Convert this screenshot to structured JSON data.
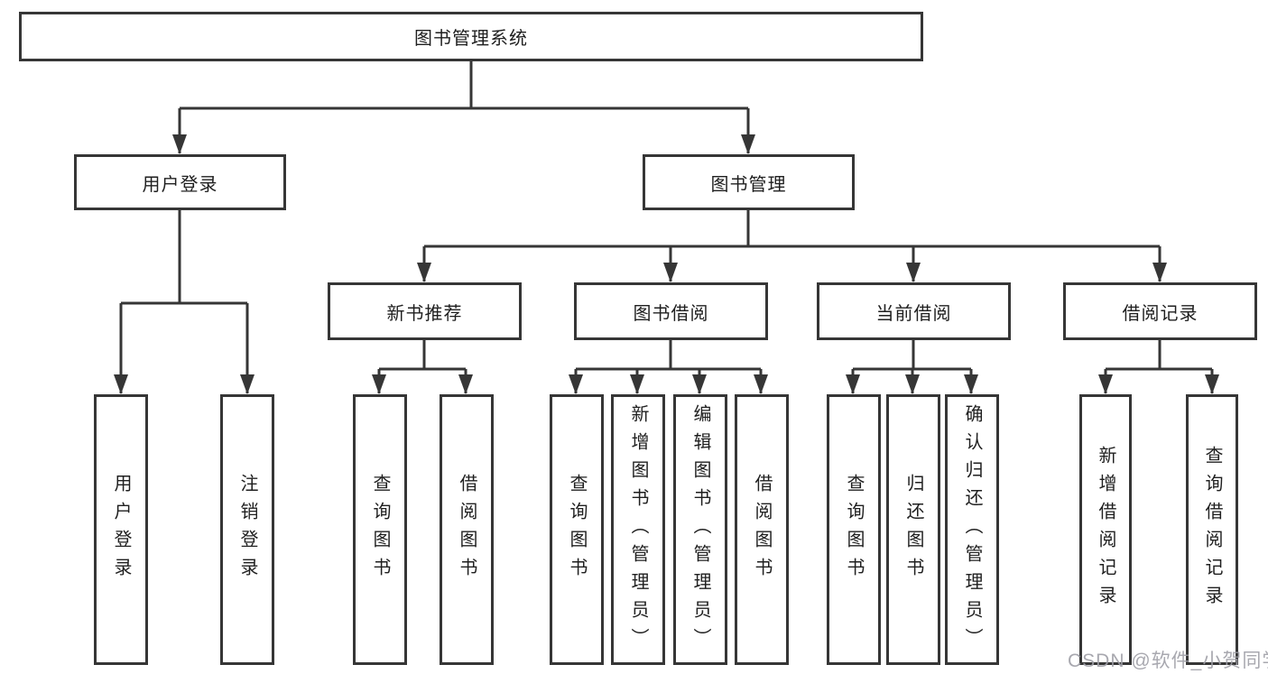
{
  "diagram": {
    "root": {
      "label": "图书管理系统"
    },
    "level2": [
      {
        "label": "用户登录"
      },
      {
        "label": "图书管理"
      }
    ],
    "level3": [
      {
        "label": "新书推荐"
      },
      {
        "label": "图书借阅"
      },
      {
        "label": "当前借阅"
      },
      {
        "label": "借阅记录"
      }
    ],
    "leaves": {
      "user_login": [
        "用户登录",
        "注销登录"
      ],
      "new_book": [
        "查询图书",
        "借阅图书"
      ],
      "book_borrow": [
        "查询图书",
        "新增图书（管理员）",
        "编辑图书（管理员）",
        "借阅图书"
      ],
      "current_borrow": [
        "查询图书",
        "归还图书",
        "确认归还（管理员）"
      ],
      "borrow_record": [
        "新增借阅记录",
        "查询借阅记录"
      ]
    },
    "watermark": "CSDN @软件_小贺同学",
    "colors": {
      "line": "#363636",
      "text": "#1f1f1f",
      "watermark": "#9e9ea6",
      "background": "#ffffff"
    }
  }
}
